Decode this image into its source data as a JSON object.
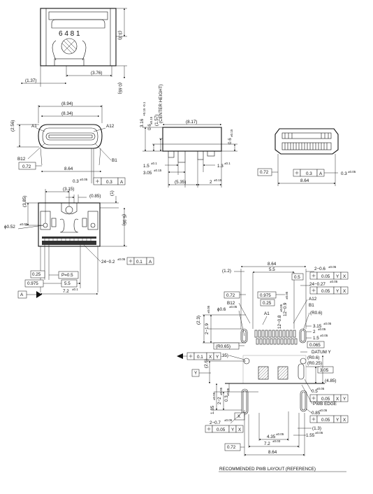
{
  "top_view": {
    "mark": "6 4 8 1",
    "dims": {
      "h33": "(3.3)",
      "w376": "(3.76)",
      "w137": "(1.37)",
      "h065": "(0.65)"
    }
  },
  "front_view": {
    "dims": {
      "w894": "(8.94)",
      "w834": "(8.34)",
      "h256": "(2.56)",
      "w864": "8.64",
      "w072": "0.72",
      "tol03": "0.3",
      "tol005": "±0.05",
      "fc03": "0.3",
      "fcA": "A"
    },
    "labels": {
      "a1": "A1",
      "a12": "A12",
      "b12": "B12",
      "b1": "B1"
    }
  },
  "side_view": {
    "dims": {
      "h316": "3.16",
      "h316tol": "+0.15 -0.1",
      "h06": "0.6",
      "h06tol": "±0.15",
      "h157": "(1.57)",
      "center": "(CENTER HEIGHT)",
      "w817": "(8.17)",
      "h06r": "0.6",
      "h06rtol": "±0.15",
      "d15": "1.5",
      "d15tol": "±0.1",
      "d13": "1.3",
      "d13tol": "±0.1",
      "d305": "3.05",
      "d305tol": "±0.15",
      "d535": "(5.35)",
      "d2": "2",
      "d2tol": "±0.15"
    }
  },
  "rear_view": {
    "dims": {
      "w072": "0.72",
      "fc03": "0.3",
      "fcA": "A",
      "d03": "0.3",
      "d03tol": "±0.05",
      "w864": "8.64"
    }
  },
  "bottom_view": {
    "dims": {
      "h385": "(3.85)",
      "w315": "(3.15)",
      "w085": "(0.85)",
      "h1": "(1)",
      "h535": "(5.35)",
      "dia": "ϕ0.52",
      "diatol": "±0.05",
      "pins": "24−0.2",
      "pinstol": "±0.05",
      "pinsfc": "0.1",
      "pinsA": "A",
      "d025": "0.25",
      "pitch": "P=0.5",
      "d0975": "0.975",
      "d55": "5.5",
      "d72": "7.2",
      "d72tol": "±0.1",
      "datumA": "A"
    }
  },
  "pwb_layout": {
    "title": "RECOMMENDED PWB LAYOUT (REFERENCE)",
    "datums": {
      "y": "Y",
      "x": "X"
    },
    "dims": {
      "t864": "8.64",
      "t55": "5.5",
      "t12": "(1.2)",
      "d26": "2−0.6",
      "d26tol": "±0.05",
      "fc005": "0.05",
      "y": "Y",
      "x": "X",
      "d05": "0.5",
      "pins": "24−0.27",
      "pinstol": "±0.05",
      "d072": "0.72",
      "d0975": "0.975",
      "b12": "B12",
      "d025": "0.25",
      "dia06": "ϕ0.6",
      "dia06tol": "±0.05",
      "a1": "A1",
      "a12": "A12",
      "b1": "B1",
      "d23": "(2.3)",
      "d219": "2−1.9",
      "d219tol": "±0.05",
      "d1208": "12−0.8",
      "d1208tol": "±0.05",
      "d1209": "12−0.9",
      "d1209tol": "±0.05",
      "r06a": "(R0.6)",
      "d315": "3.15",
      "d315tol": "±0.05",
      "d2": "2",
      "d2tol": "±0.05",
      "d15": "1.5",
      "d15tol": "±0.05",
      "d0065": "0.065",
      "datumy": "DATUM Y",
      "r06b": "(R0.6)",
      "r025": "(R0.25)",
      "r065": "(R0.65)",
      "r035": "(R0.35)",
      "fc01": "0.1",
      "d26v": "(2.6)",
      "d305": "3.05",
      "d485": "(4.85)",
      "d05b": "0.5",
      "d05btol": "±0.05",
      "d185": "1.85",
      "d185tol": "±0.05",
      "d22": "2−2",
      "d22tol": "±0.05",
      "d03": "0.3",
      "d03tol": "±0.05",
      "pwbedge": "PWB EDGE",
      "d085": "0.85",
      "d085tol": "±0.05",
      "d13": "(1.3)",
      "d155": "1.55",
      "d155tol": "±0.05",
      "d207": "2−0.7",
      "d207tol": "±0.05",
      "d435": "4.35",
      "d435tol": "±0.05",
      "b072": "0.72",
      "d72": "7.2",
      "d72tol": "±0.03",
      "b864": "8.64"
    }
  }
}
